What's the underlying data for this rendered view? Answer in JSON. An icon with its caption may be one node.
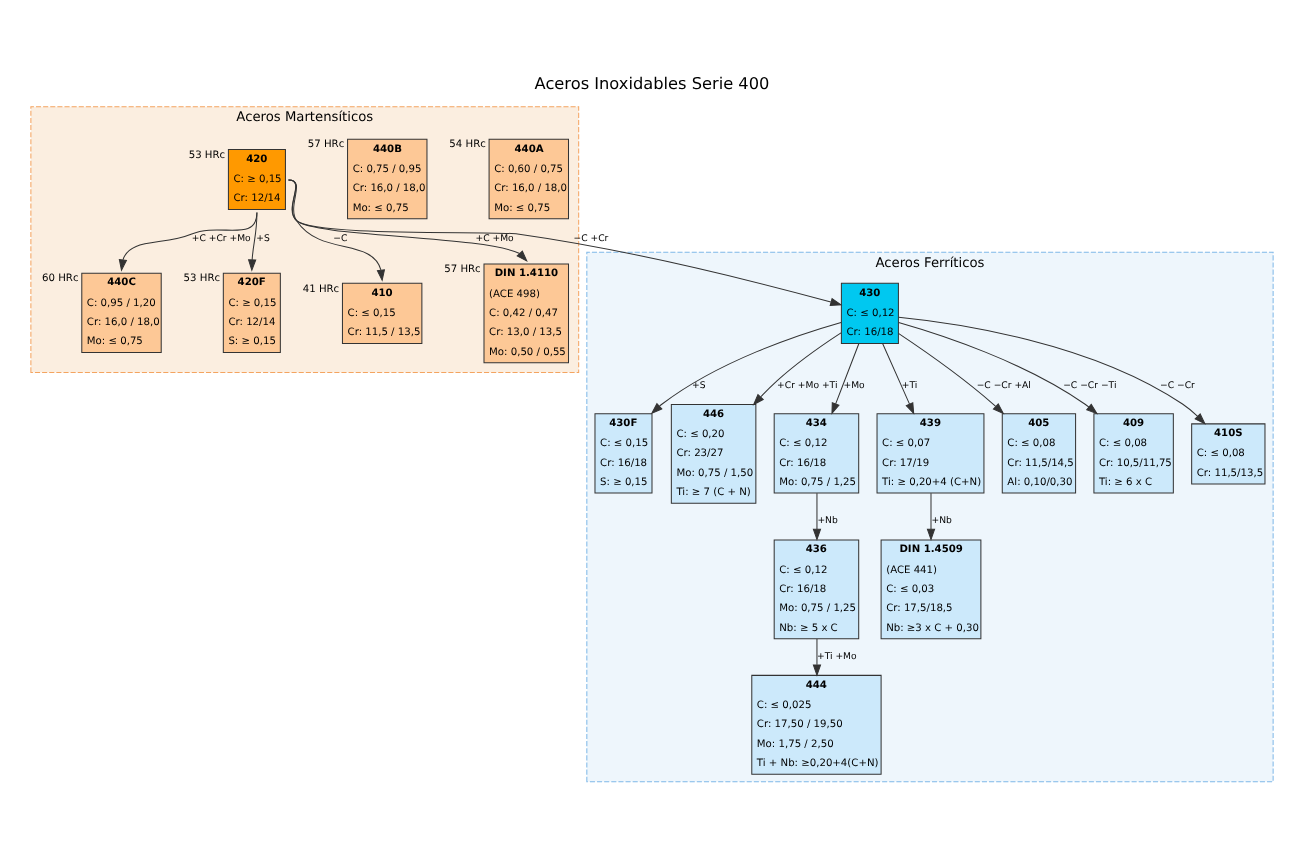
{
  "diagram": {
    "title": "Aceros Inoxidables Serie 400",
    "nodes": [
      {
        "text": [
          "Aceros Martensíticos"
        ]
      },
      {
        "text": [
          "440A",
          "C: 0,60 / 0,75",
          "Cr: 16,0 / 18,0",
          "Mo: ≤ 0,75"
        ],
        "in": 0,
        "beside": [
          "54 HRc"
        ]
      },
      {
        "text": [
          "440B",
          "C: 0,75 / 0,95",
          "Cr: 16,0 / 18,0",
          "Mo: ≤ 0,75"
        ],
        "in": 0,
        "beside": [
          "57 HRc"
        ]
      },
      {
        "text": [
          "440C",
          "C: 0,95 / 1,20",
          "Cr: 16,0 / 18,0",
          "Mo: ≤ 0,75"
        ],
        "in": 0,
        "beside": [
          "60 HRc"
        ]
      },
      {
        "text": [
          "420F",
          "C: ≥ 0,15",
          "Cr: 12/14",
          "S: ≥ 0,15"
        ],
        "in": 0,
        "beside": [
          "53 HRc"
        ]
      },
      {
        "text": [
          "420",
          "C: ≥ 0,15",
          "Cr: 12/14"
        ],
        "in": 0,
        "beside": [
          "53 HRc"
        ]
      },
      {
        "text": [
          "410",
          "C: ≤ 0,15",
          "Cr: 11,5 / 13,5"
        ],
        "in": 0,
        "beside": [
          "41 HRc"
        ]
      },
      {
        "text": [
          "DIN 1.4110",
          "(ACE 498)",
          "C: 0,42 / 0,47",
          "Cr: 13,0 / 13,5",
          "Mo: 0,50 / 0,55"
        ],
        "in": 0,
        "beside": [
          "57 HRc"
        ]
      },
      {
        "text": [
          "Aceros Ferríticos"
        ]
      },
      {
        "text": [
          "430F",
          "C: ≤ 0,15",
          "Cr: 16/18",
          "S: ≥ 0,15"
        ],
        "in": 8
      },
      {
        "text": [
          "446",
          "C: ≤ 0,20",
          "Cr: 23/27",
          "Mo: 0,75 / 1,50",
          "Ti: ≥ 7 (C + N)"
        ],
        "in": 8
      },
      {
        "text": [
          "444",
          "C: ≤ 0,025",
          "Cr: 17,50 / 19,50",
          "Mo: 1,75 / 2,50",
          "Ti + Nb: ≥0,20+4(C+N)"
        ],
        "in": 8
      },
      {
        "text": [
          "430",
          "C: ≤ 0,12",
          "Cr: 16/18"
        ],
        "in": 8
      },
      {
        "text": [
          "434",
          "C: ≤ 0,12",
          "Cr: 16/18",
          "Mo: 0,75 / 1,25"
        ],
        "in": 8
      },
      {
        "text": [
          "436",
          "C: ≤ 0,12",
          "Cr: 16/18",
          "Mo: 0,75 / 1,25",
          "Nb: ≥ 5 x C"
        ],
        "in": 8
      },
      {
        "text": [
          "439",
          "C: ≤ 0,07",
          "Cr: 17/19",
          "Ti: ≥ 0,20+4 (C+N)"
        ],
        "in": 8
      },
      {
        "text": [
          "405",
          "C: ≤ 0,08",
          "Cr: 11,5/14,5",
          "Al: 0,10/0,30"
        ],
        "in": 8
      },
      {
        "text": [
          "409",
          "C: ≤ 0,08",
          "Cr: 10,5/11,75",
          "Ti: ≥ 6 x C"
        ],
        "in": 8
      },
      {
        "text": [
          "410S",
          "C: ≤ 0,08",
          "Cr: 11,5/13,5"
        ],
        "in": 8
      },
      {
        "text": [
          "DIN 1.4509",
          "(ACE 441)",
          "C: ≤ 0,03",
          "Cr: 17,5/18,5",
          "Nb: ≥3 x C + 0,30"
        ],
        "in": 8
      }
    ],
    "edges": [
      {
        "from": 5,
        "to": 4,
        "arrow": "to",
        "label": "+S"
      },
      {
        "from": 5,
        "to": 3,
        "arrow": "to",
        "label": "+C +Cr +Mo"
      },
      {
        "from": 5,
        "to": 7,
        "arrow": "to",
        "label": "+C +Mo"
      },
      {
        "from": 5,
        "to": 6,
        "arrow": "to",
        "label": "−C"
      },
      {
        "from": 5,
        "to": 12,
        "arrow": "to",
        "label": "−C +Cr"
      },
      {
        "from": 12,
        "to": 9,
        "arrow": "to",
        "label": "+S"
      },
      {
        "from": 12,
        "to": 10,
        "arrow": "to",
        "label": "+Cr +Mo +Ti"
      },
      {
        "from": 12,
        "to": 13,
        "arrow": "to",
        "label": "+Mo"
      },
      {
        "from": 13,
        "to": 14,
        "arrow": "to",
        "label": "+Nb"
      },
      {
        "from": 14,
        "to": 11,
        "arrow": "to",
        "label": "+Ti +Mo"
      },
      {
        "from": 12,
        "to": 15,
        "arrow": "to",
        "label": "+Ti"
      },
      {
        "from": 15,
        "to": 19,
        "arrow": "to",
        "label": "+Nb"
      },
      {
        "from": 12,
        "to": 16,
        "arrow": "to",
        "label": "−C −Cr +Al"
      },
      {
        "from": 12,
        "to": 17,
        "arrow": "to",
        "label": "−C −Cr −Ti"
      },
      {
        "from": 12,
        "to": 18,
        "arrow": "to",
        "label": "−C −Cr"
      }
    ]
  }
}
